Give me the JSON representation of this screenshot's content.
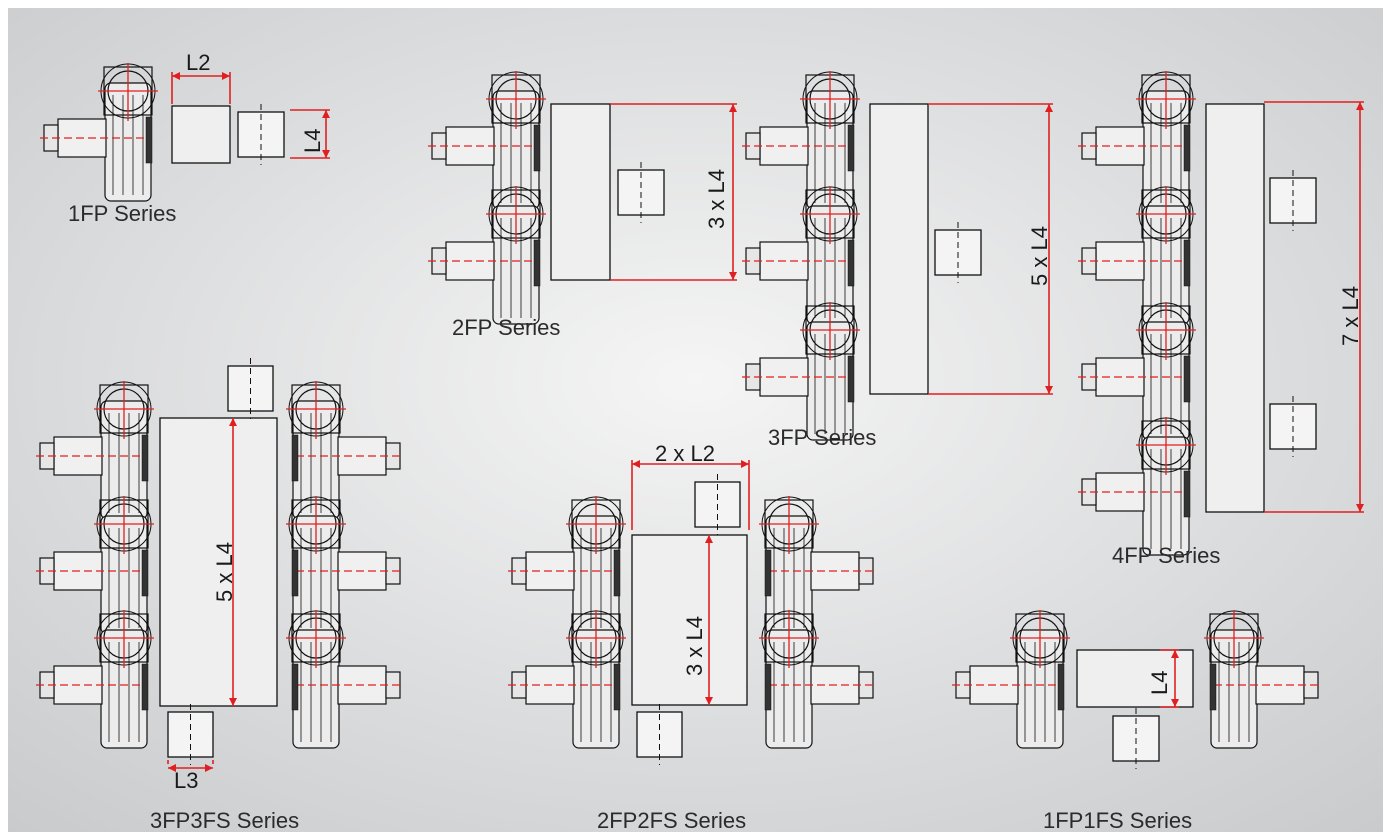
{
  "colors": {
    "dimension_line": "#e02020",
    "outline": "#111111",
    "background_center": "#f4f4f4",
    "background_edge": "#c9cbcd"
  },
  "series": {
    "s1fp": {
      "label": "1FP Series",
      "dims": {
        "width": "L2",
        "height": "L4"
      }
    },
    "s2fp": {
      "label": "2FP Series",
      "dims": {
        "height": "3 x L4"
      }
    },
    "s3fp": {
      "label": "3FP Series",
      "dims": {
        "height": "5 x L4"
      }
    },
    "s4fp": {
      "label": "4FP Series",
      "dims": {
        "height": "7 x L4"
      }
    },
    "s3fp3fs": {
      "label": "3FP3FS Series",
      "dims": {
        "height": "5 x L4",
        "width": "L3"
      }
    },
    "s2fp2fs": {
      "label": "2FP2FS Series",
      "dims": {
        "width": "2 x L2",
        "height": "3 x L4"
      }
    },
    "s1fp1fs": {
      "label": "1FP1FS Series",
      "dims": {
        "height": "L4"
      }
    }
  }
}
